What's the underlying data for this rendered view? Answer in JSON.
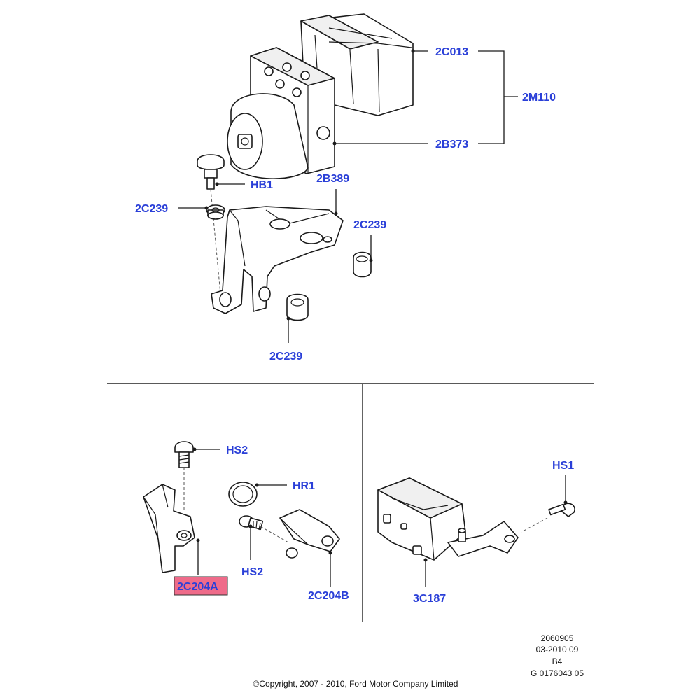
{
  "callouts": {
    "hcu_module": "2C013",
    "abs_assembly": "2M110",
    "pump_unit": "2B373",
    "bolt_top": "HB1",
    "grommet_left": "2C239",
    "bracket": "2B389",
    "grommet_right": "2C239",
    "grommet_bottom": "2C239",
    "screw_sensor_top": "HS2",
    "o_ring": "HR1",
    "screw_sensor_bottom": "HS2",
    "sensor_a": "2C204A",
    "sensor_b": "2C204B",
    "screw_module": "HS1",
    "yaw_module": "3C187"
  },
  "highlight_color": "#ef6b8a",
  "label_color": "#2a3fd8",
  "meta": {
    "line1": "2060905",
    "line2": "03-2010 09",
    "line3": "B4",
    "line4": "G 0176043 05"
  },
  "copyright": "©Copyright, 2007 - 2010, Ford Motor Company Limited"
}
